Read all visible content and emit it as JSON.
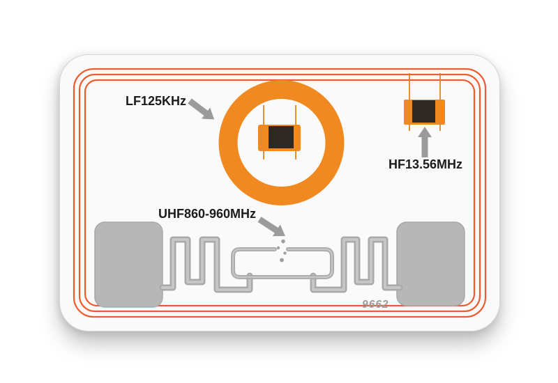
{
  "diagram": {
    "labels": {
      "lf": "LF125KHz",
      "hf": "HF13.56MHz",
      "uhf": "UHF860-960MHz"
    },
    "inlay_model": "9662",
    "colors": {
      "coil_trace": "#ee5c2d",
      "antenna_orange": "#f0891f",
      "coil_wire": "#e8821a",
      "chip_dark": "#2d2824",
      "pad_gray": "#b7b7b7",
      "pad_edge": "#a8a8a8",
      "uhf_gray_dark": "#a9a9a9",
      "uhf_gray_light": "#c6c6c6",
      "dot_gray": "#9f9f9f",
      "arrow_gray": "#9b9b9b",
      "label_text": "#1b1b1b",
      "model_text": "#9e9e9e"
    }
  }
}
